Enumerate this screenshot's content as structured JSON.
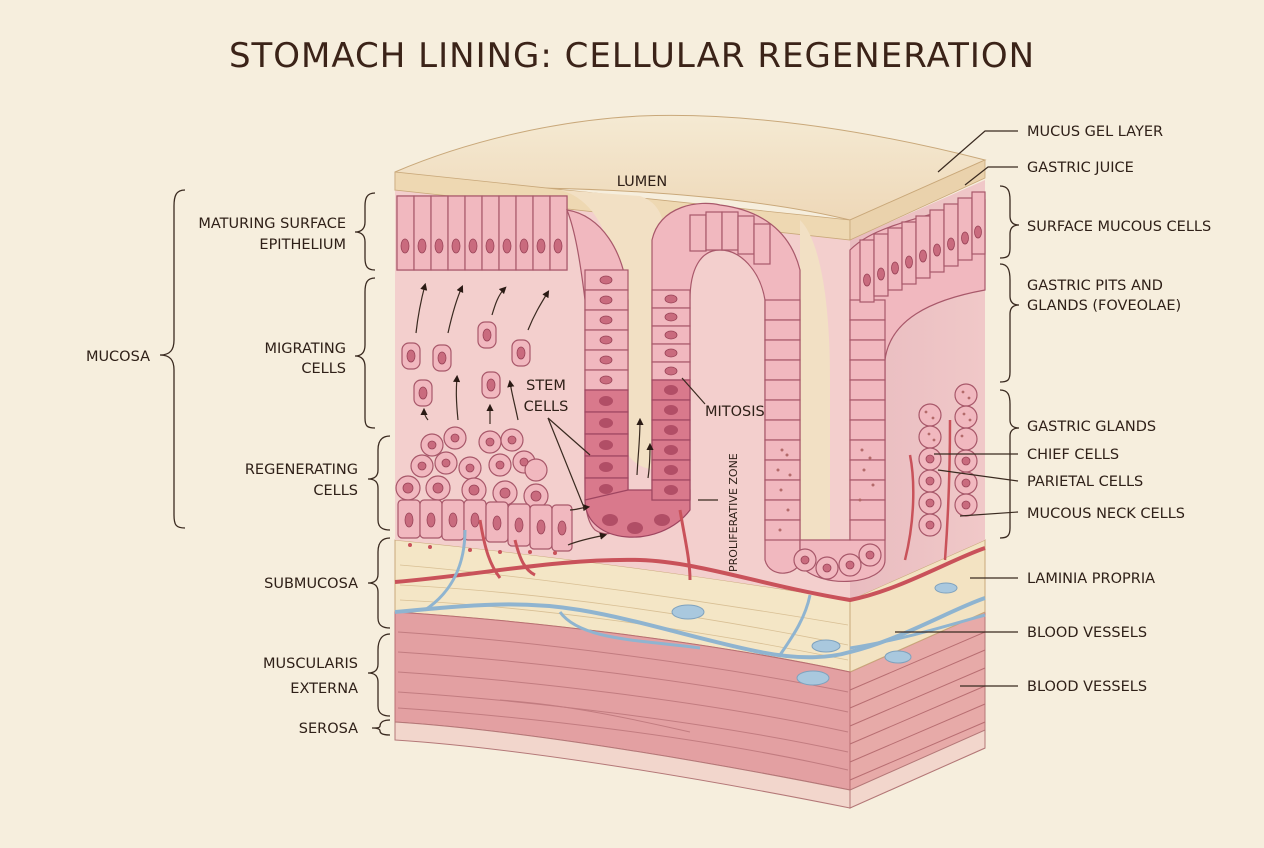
{
  "title": "STOMACH LINING: CELLULAR REGENERATION",
  "left_labels": {
    "mucosa": "MUCOSA",
    "maturing_1": "MATURING SURFACE",
    "maturing_2": "EPITHELIUM",
    "migrating_1": "MIGRATING",
    "migrating_2": "CELLS",
    "regenerating_1": "REGENERATING",
    "regenerating_2": "CELLS",
    "submucosa": "SUBMUCOSA",
    "muscularis_1": "MUSCULARIS",
    "muscularis_2": "EXTERNA",
    "serosa": "SEROSA"
  },
  "center_labels": {
    "lumen": "LUMEN",
    "stem_1": "STEM",
    "stem_2": "CELLS",
    "mitosis": "MITOSIS",
    "proliferative": "PROLIFERATIVE ZONE"
  },
  "right_labels": {
    "mucus_gel": "MUCUS GEL LAYER",
    "gastric_juice": "GASTRIC JUICE",
    "surface_mucous": "SURFACE MUCOUS CELLS",
    "pits_1": "GASTRIC PITS AND",
    "pits_2": "GLANDS (FOVEOLAE)",
    "gastric_glands": "GASTRIC GLANDS",
    "chief": "CHIEF CELLS",
    "parietal": "PARIETAL CELLS",
    "mucous_neck": "MUCOUS NECK CELLS",
    "lamina": "LAMINIA PROPRIA",
    "blood_1": "BLOOD VESSELS",
    "blood_2": "BLOOD VESSELS"
  },
  "colors": {
    "background": "#f6eedd",
    "mucus": "#f2e4c8",
    "epithelium": "#f1b8bf",
    "nucleus": "#c96b7e",
    "submucosa": "#f4e6c6",
    "muscle": "#e3a0a2",
    "vessel_red": "#c9525a",
    "vessel_blue": "#8fb4d0"
  }
}
